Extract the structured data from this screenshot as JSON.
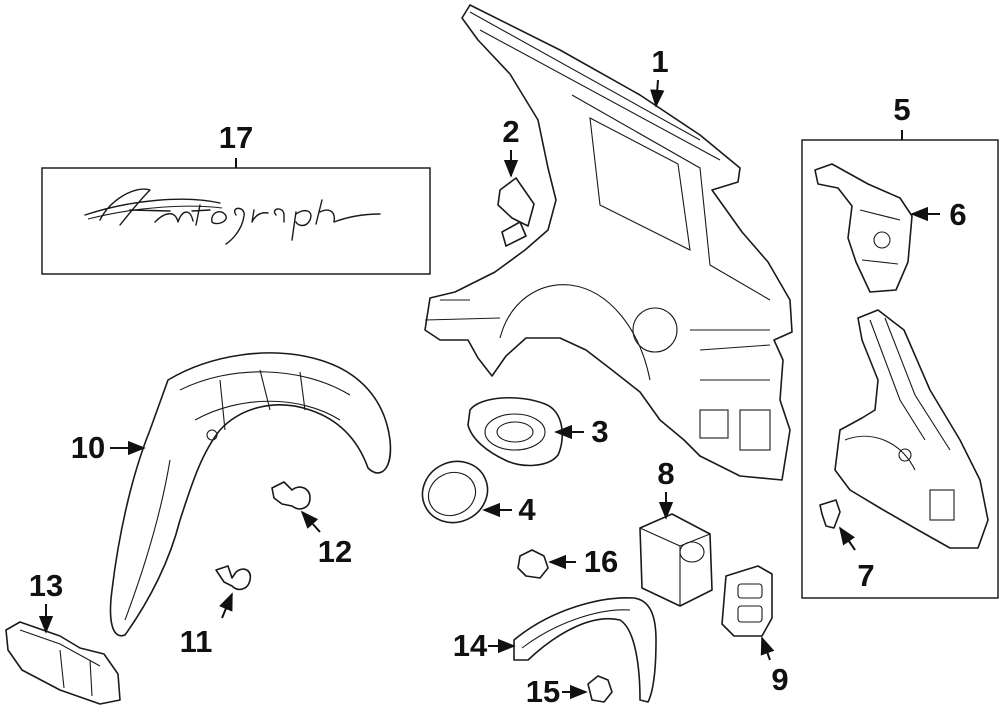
{
  "callouts": {
    "c1": "1",
    "c2": "2",
    "c3": "3",
    "c4": "4",
    "c5": "5",
    "c6": "6",
    "c7": "7",
    "c8": "8",
    "c9": "9",
    "c10": "10",
    "c11": "11",
    "c12": "12",
    "c13": "13",
    "c14": "14",
    "c15": "15",
    "c16": "16",
    "c17": "17"
  },
  "emblem_script": "Autograph"
}
